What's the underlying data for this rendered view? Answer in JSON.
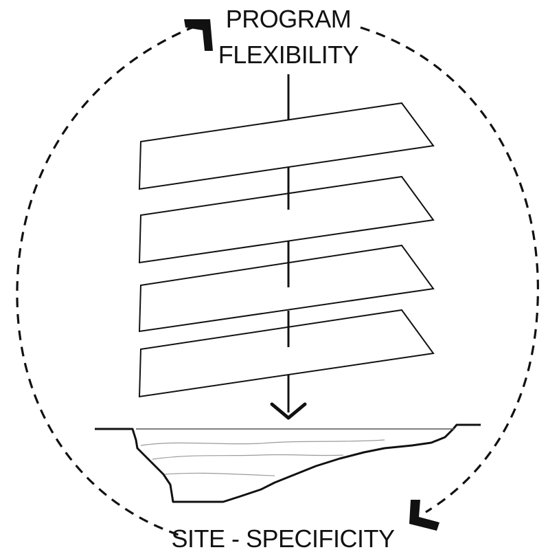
{
  "diagram": {
    "top_label": {
      "line1": "PROGRAM",
      "line2": "FLEXIBILITY"
    },
    "bottom_label": "SITE - SPECIFICITY",
    "layers": [
      {
        "name": "plane-1"
      },
      {
        "name": "plane-2"
      },
      {
        "name": "plane-3"
      },
      {
        "name": "plane-4"
      }
    ],
    "colors": {
      "stroke": "#111111",
      "background": "#ffffff",
      "water_line": "#9a9a9a"
    },
    "icons": {
      "top_arrow": "arrow-head-icon",
      "bottom_arrow": "arrow-head-icon",
      "down_arrow": "chevron-down-icon"
    }
  }
}
